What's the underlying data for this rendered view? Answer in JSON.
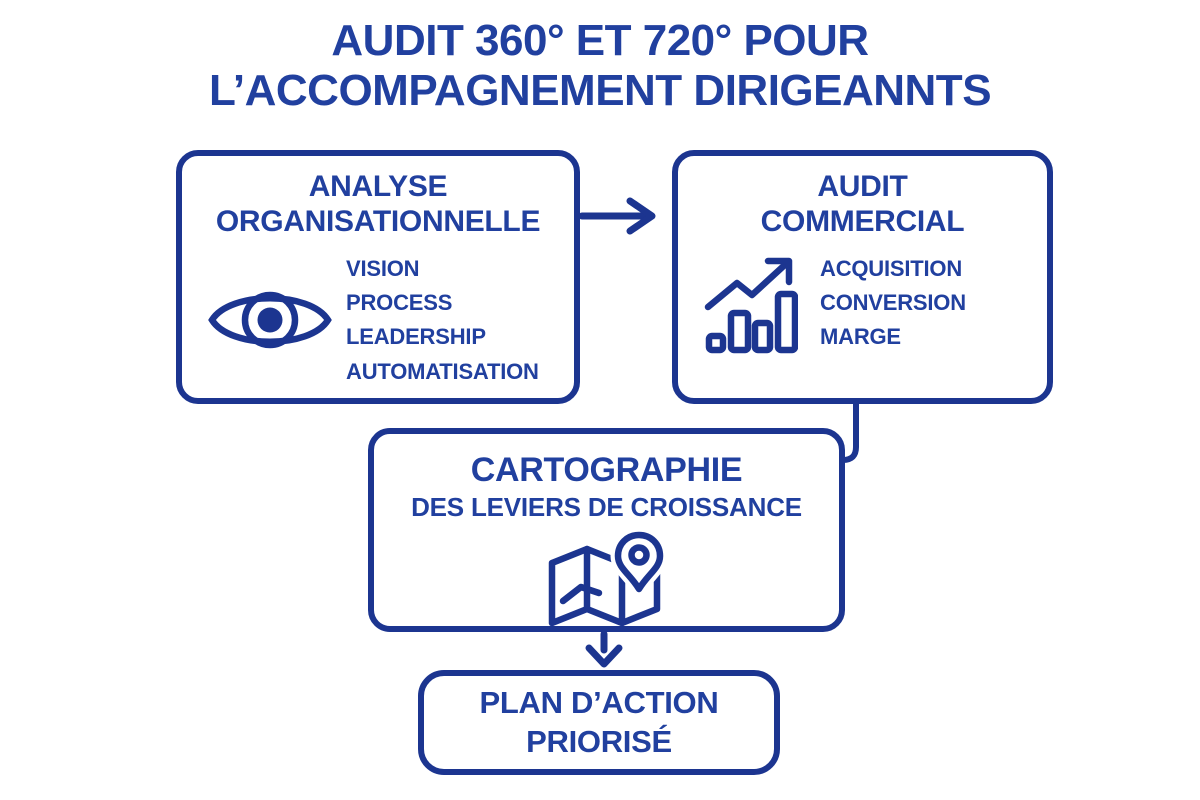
{
  "colors": {
    "background": "#ffffff",
    "text": "#21409f",
    "stroke": "#1c3590"
  },
  "title": {
    "line1": "AUDIT 360° ET 720° POUR",
    "line2": "L’ACCOMPAGNEMENT DIRIGEANNTS"
  },
  "boxes": {
    "analyse": {
      "title_line1": "ANALYSE",
      "title_line2": "ORGANISATIONNELLE",
      "icon": "eye-icon",
      "items": [
        "VISION",
        "PROCESS",
        "LEADERSHIP",
        "AUTOMATISATION"
      ]
    },
    "audit": {
      "title_line1": "AUDIT",
      "title_line2": "COMMERCIAL",
      "icon": "growth-bar-chart-icon",
      "items": [
        "ACQUISITION",
        "CONVERSION",
        "MARGE"
      ]
    },
    "cartographie": {
      "title_line1": "CARTOGRAPHIE",
      "title_line2": "DES LEVIERS DE CROISSANCE",
      "icon": "folded-map-pin-icon"
    },
    "plan": {
      "title_line1": "PLAN D’ACTION",
      "title_line2": "PRIORISÉ"
    }
  }
}
